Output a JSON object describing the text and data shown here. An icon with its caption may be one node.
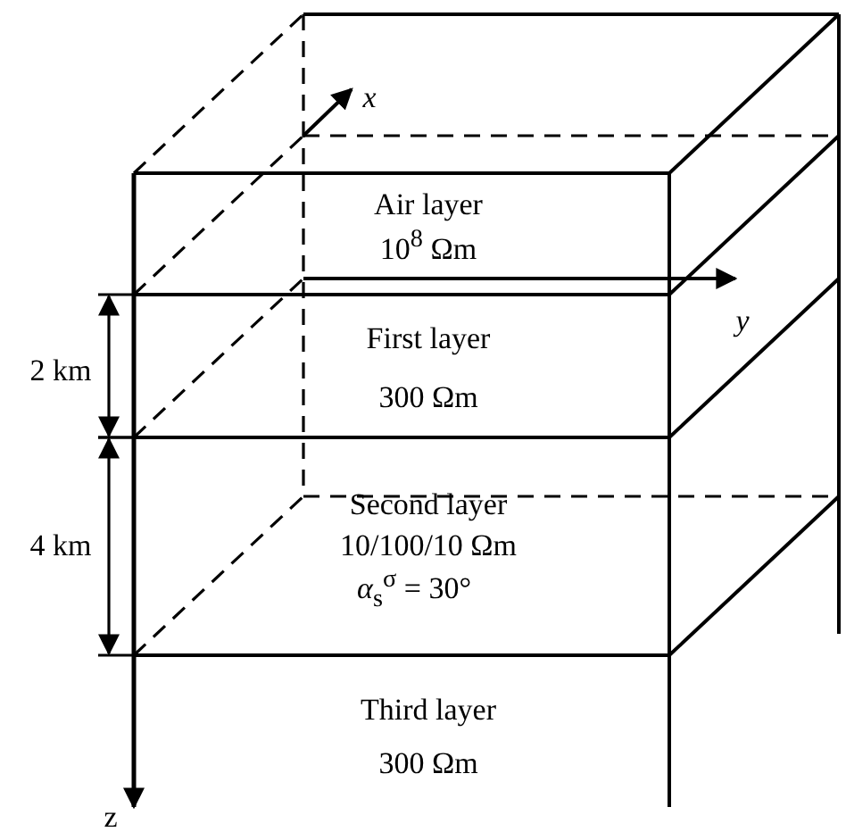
{
  "diagram": {
    "labels": [
      "x",
      "Air layer",
      "10$^{8}$ Ωm",
      "y",
      "2 km",
      "First layer",
      "300 Ωm",
      "4 km",
      "Second layer",
      "10/100/10 Ωm",
      "*α*$_{s}$$^{σ}$ = 30°",
      "Third layer",
      "300 Ωm",
      "z"
    ]
  }
}
